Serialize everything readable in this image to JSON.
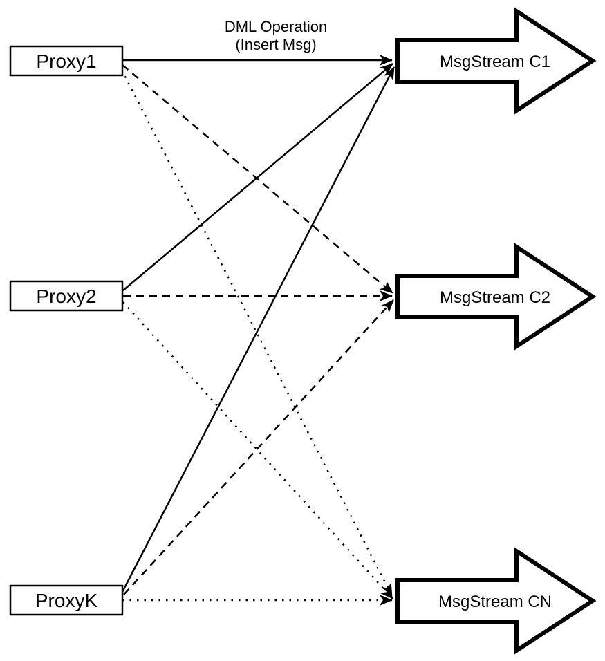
{
  "diagram": {
    "type": "flow-diagram",
    "colors": {
      "background": "#ffffff",
      "stroke": "#000000",
      "shape_fill": "#ffffff"
    },
    "annotation": {
      "line1": "DML Operation",
      "line2": "(Insert Msg)"
    },
    "proxies": [
      {
        "label": "Proxy1"
      },
      {
        "label": "Proxy2"
      },
      {
        "label": "ProxyK"
      }
    ],
    "streams": [
      {
        "label": "MsgStream C1"
      },
      {
        "label": "MsgStream C2"
      },
      {
        "label": "MsgStream CN"
      }
    ],
    "edges": [
      {
        "from": "Proxy1",
        "to": "MsgStream C1",
        "style": "solid",
        "arrowhead": "filled"
      },
      {
        "from": "Proxy2",
        "to": "MsgStream C1",
        "style": "solid",
        "arrowhead": "filled"
      },
      {
        "from": "ProxyK",
        "to": "MsgStream C1",
        "style": "solid",
        "arrowhead": "filled"
      },
      {
        "from": "Proxy1",
        "to": "MsgStream C2",
        "style": "dashed",
        "arrowhead": "filled"
      },
      {
        "from": "Proxy2",
        "to": "MsgStream C2",
        "style": "dashed",
        "arrowhead": "filled"
      },
      {
        "from": "ProxyK",
        "to": "MsgStream C2",
        "style": "dashed",
        "arrowhead": "filled"
      },
      {
        "from": "Proxy1",
        "to": "MsgStream CN",
        "style": "dotted",
        "arrowhead": "filled"
      },
      {
        "from": "Proxy2",
        "to": "MsgStream CN",
        "style": "dotted",
        "arrowhead": "filled"
      },
      {
        "from": "ProxyK",
        "to": "MsgStream CN",
        "style": "dotted",
        "arrowhead": "filled"
      }
    ]
  }
}
